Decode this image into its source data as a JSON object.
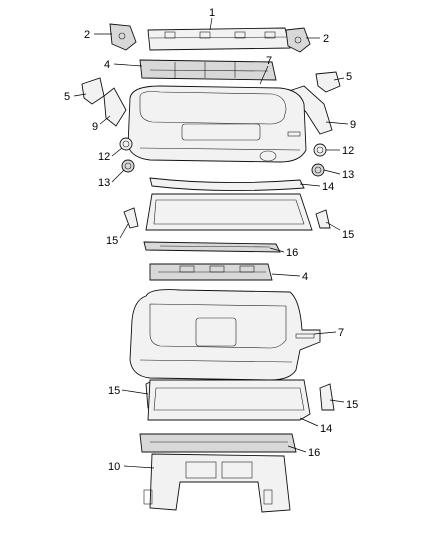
{
  "callouts": {
    "c1": "1",
    "c2_left": "2",
    "c2_right": "2",
    "c4_top": "4",
    "c4_mid": "4",
    "c5_left": "5",
    "c5_right": "5",
    "c7_top": "7",
    "c7_mid": "7",
    "c9_left": "9",
    "c9_right": "9",
    "c10": "10",
    "c12_left": "12",
    "c12_right": "12",
    "c13_left": "13",
    "c13_right": "13",
    "c14_top": "14",
    "c14_bottom": "14",
    "c15_upper_left": "15",
    "c15_upper_right": "15",
    "c15_lower_left": "15",
    "c15_lower_right": "15",
    "c16_top": "16",
    "c16_bottom": "16"
  }
}
